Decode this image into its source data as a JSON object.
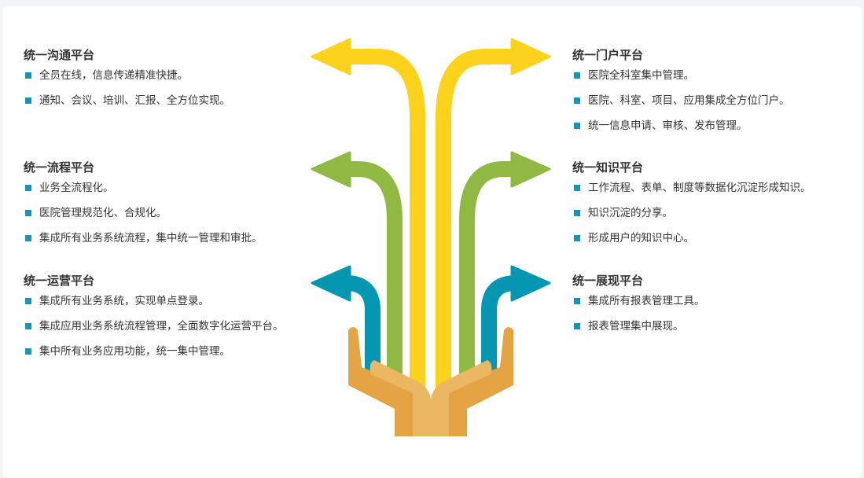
{
  "left": [
    {
      "title": "统一沟通平台",
      "items": [
        "全员在线，信息传递精准快捷。",
        "通知、会议、培训、汇报、全方位实现。"
      ]
    },
    {
      "title": "统一流程平台",
      "items": [
        "业务全流程化。",
        "医院管理规范化、合规化。",
        "集成所有业务系统流程，集中统一管理和审批。"
      ]
    },
    {
      "title": "统一运营平台",
      "items": [
        "集成所有业务系统，实现单点登录。",
        "集成应用业务系统流程管理，全面数字化运营平台。",
        "集中所有业务应用功能，统一集中管理。"
      ]
    }
  ],
  "right": [
    {
      "title": "统一门户平台",
      "items": [
        "医院全科室集中管理。",
        "医院、科室、项目、应用集成全方位门户。",
        "统一信息申请、审核、发布管理。"
      ]
    },
    {
      "title": "统一知识平台",
      "items": [
        "工作流程、表单、制度等数据化沉淀形成知识。",
        "知识沉淀的分享。",
        "形成用户的知识中心。"
      ]
    },
    {
      "title": "统一展现平台",
      "items": [
        "集成所有报表管理工具。",
        "报表管理集中展现。"
      ]
    }
  ],
  "colors": {
    "yellow": "#fcd21c",
    "green": "#8fb943",
    "blue": "#0596b2",
    "hand_dark": "#e5a444",
    "hand_light": "#ebb762",
    "bullet": "#1597b3"
  }
}
